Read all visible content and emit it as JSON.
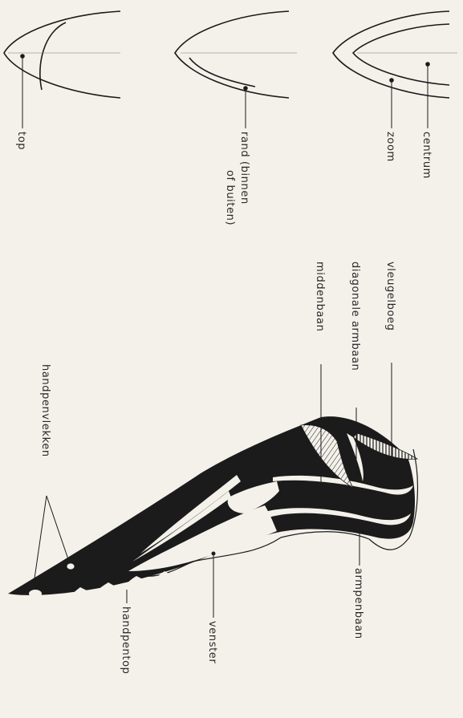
{
  "feather_labels": {
    "centrum": "centrum",
    "zoom": "zoom",
    "rand_line1": "rand (binnen",
    "rand_line2": "of buiten)",
    "top": "top"
  },
  "wing_labels": {
    "vleugelboeg": "vleugelboeg",
    "diagonale_armbaan": "diagonale armbaan",
    "middenbaan": "middenbaan",
    "handpenvlekken": "handpenvlekken",
    "armpenbaan": "armpenbaan",
    "handpentop": "handpentop",
    "venster": "venster"
  },
  "colors": {
    "ink": "#1b1b1b",
    "paper": "#f3f1ea"
  }
}
